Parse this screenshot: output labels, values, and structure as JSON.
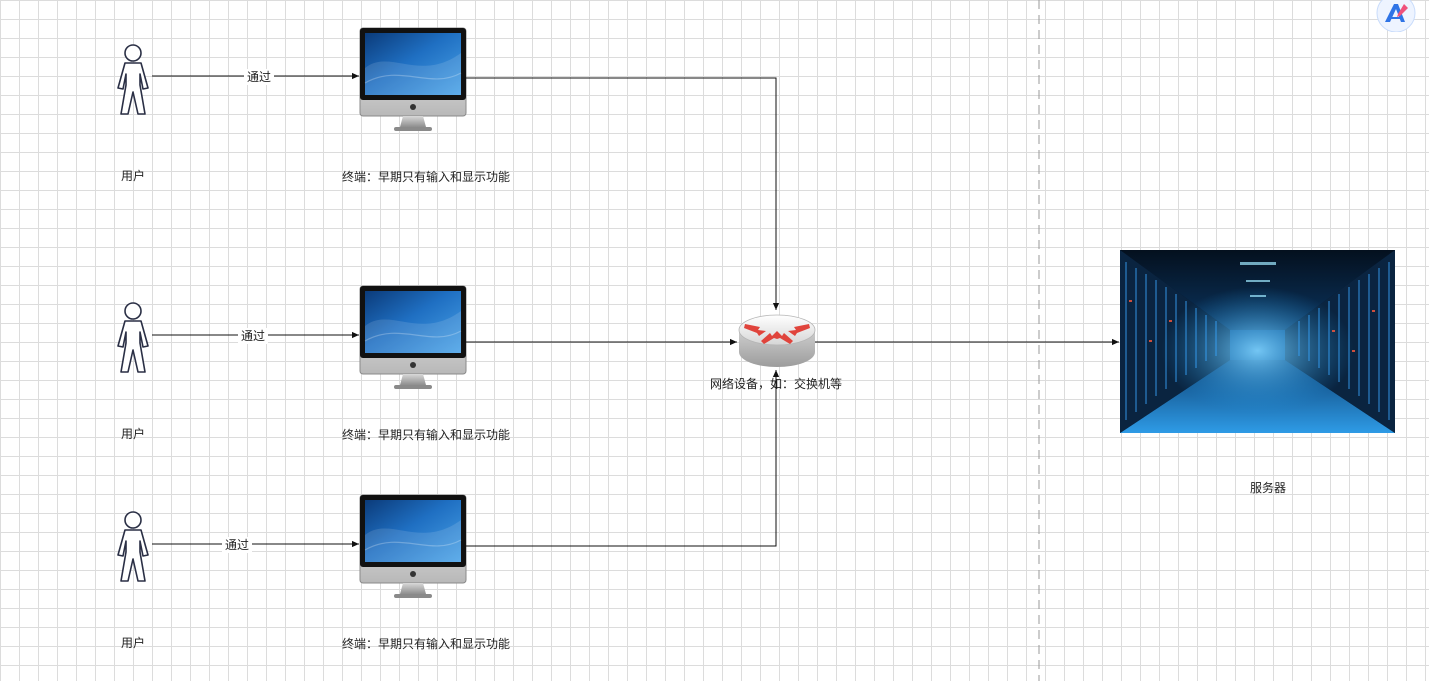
{
  "colors": {
    "line": "#111111",
    "grid": "#dcdcdc",
    "divider": "#9a9a9a",
    "router_arrows": "#e0443c",
    "server_glow": "#1c8ed8",
    "logo_blue": "#2f74e6"
  },
  "users": [
    {
      "label": "用户",
      "edge_label": "通过",
      "terminal_label": "终端：早期只有输入和显示功能"
    },
    {
      "label": "用户",
      "edge_label": "通过",
      "terminal_label": "终端：早期只有输入和显示功能"
    },
    {
      "label": "用户",
      "edge_label": "通过",
      "terminal_label": "终端：早期只有输入和显示功能"
    }
  ],
  "network_device": {
    "label": "网络设备，如：交换机等",
    "icon": "router-icon"
  },
  "server": {
    "label": "服务器",
    "icon": "server-room-image"
  },
  "toolbar": {
    "icon": "app-logo-icon"
  }
}
